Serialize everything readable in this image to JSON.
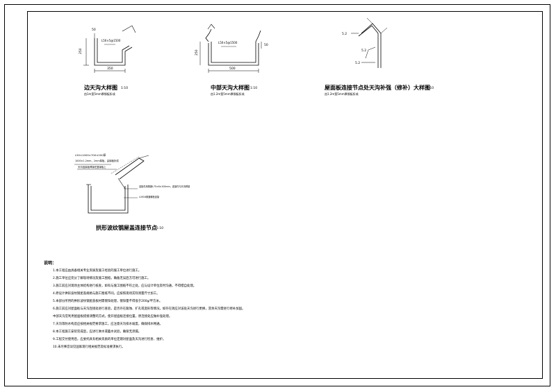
{
  "details": {
    "edge_gutter": {
      "title": "边天沟大样图",
      "scale": "1:10",
      "subtitle": "由1m宽5mm厚钢板折成",
      "dim_top": "50",
      "dim_height": "250",
      "dim_width": "350",
      "label": "L50×5@1500"
    },
    "middle_gutter": {
      "title": "中部天沟大样图",
      "scale": "1:10",
      "subtitle": "由1.2m宽5mm厚钢板折成",
      "dim_top": "50",
      "dim_height": "250",
      "dim_width": "500",
      "label": "L50×5@1500"
    },
    "roof_joint": {
      "title": "屋面板连接节点处天沟补强（修补）大样图",
      "scale": "1:10",
      "subtitle": "由1.2m宽5mm厚钢板折成",
      "dim_a": "5.2",
      "dim_b": "5.2",
      "dim_c": "5.2"
    },
    "arch_connection": {
      "title": "拱形波纹钢屋盖连接节点",
      "scale": "1:10",
      "note1": "L50×1000×700×200厚",
      "note2": "1000×1.2mm，2mm厚板，由钢板折成",
      "note3": "天沟连接板焊接在翼缘板上",
      "note4": "连接件用角钢L75×6×100mm，连接件与天沟焊接",
      "note5": "4-M16普通螺栓连接"
    }
  },
  "notes": {
    "heading": "说明：",
    "items": [
      "1.本工程应由具备相关专业资质及施工经验的施工单位进行施工。",
      "2.施工单位应充分了解现场情况及施工图纸，确备无误后方可进行施工。",
      "3.施工前应对现场主体结构进行核查，如有与施工图纸不符之处，应与设计单位及时沟通，不得擅自处理。",
      "4.原设计拱形波纹钢屋盖规格与施工图纸不同，应按照现场实际测量尺寸加工。",
      "5.本部分所用的拱形波纹钢屋盖板材需镀锌处理，镀锌量不得低于200g/平方米。",
      "6.施工前应对屋面板与天沟连接处进行查验，是否存在腐蚀、扩孔或变形等情况，如存在则应对该处天沟进行更换，其余天沟需进行修补加固。",
      "中部天沟宜利用屋面板搭接调整的方式，使开屋面板连接位置，原连接处应做补强处理。",
      "7.天沟等防水构造应按相关规范要求施工，应注意天沟排水坡度，确保排水畅通。",
      "8.本工程施工安装完成后，应进行淋水或蓄水试验，确保无渗漏。",
      "9.工程交付使用后，应委托具有相关资质的单位定期对屋面及天沟进行检查、维护。",
      "10.未尽事宜详见国家现行相关规范及标准要求执行。"
    ]
  },
  "colors": {
    "line": "#000000",
    "background": "#ffffff"
  }
}
